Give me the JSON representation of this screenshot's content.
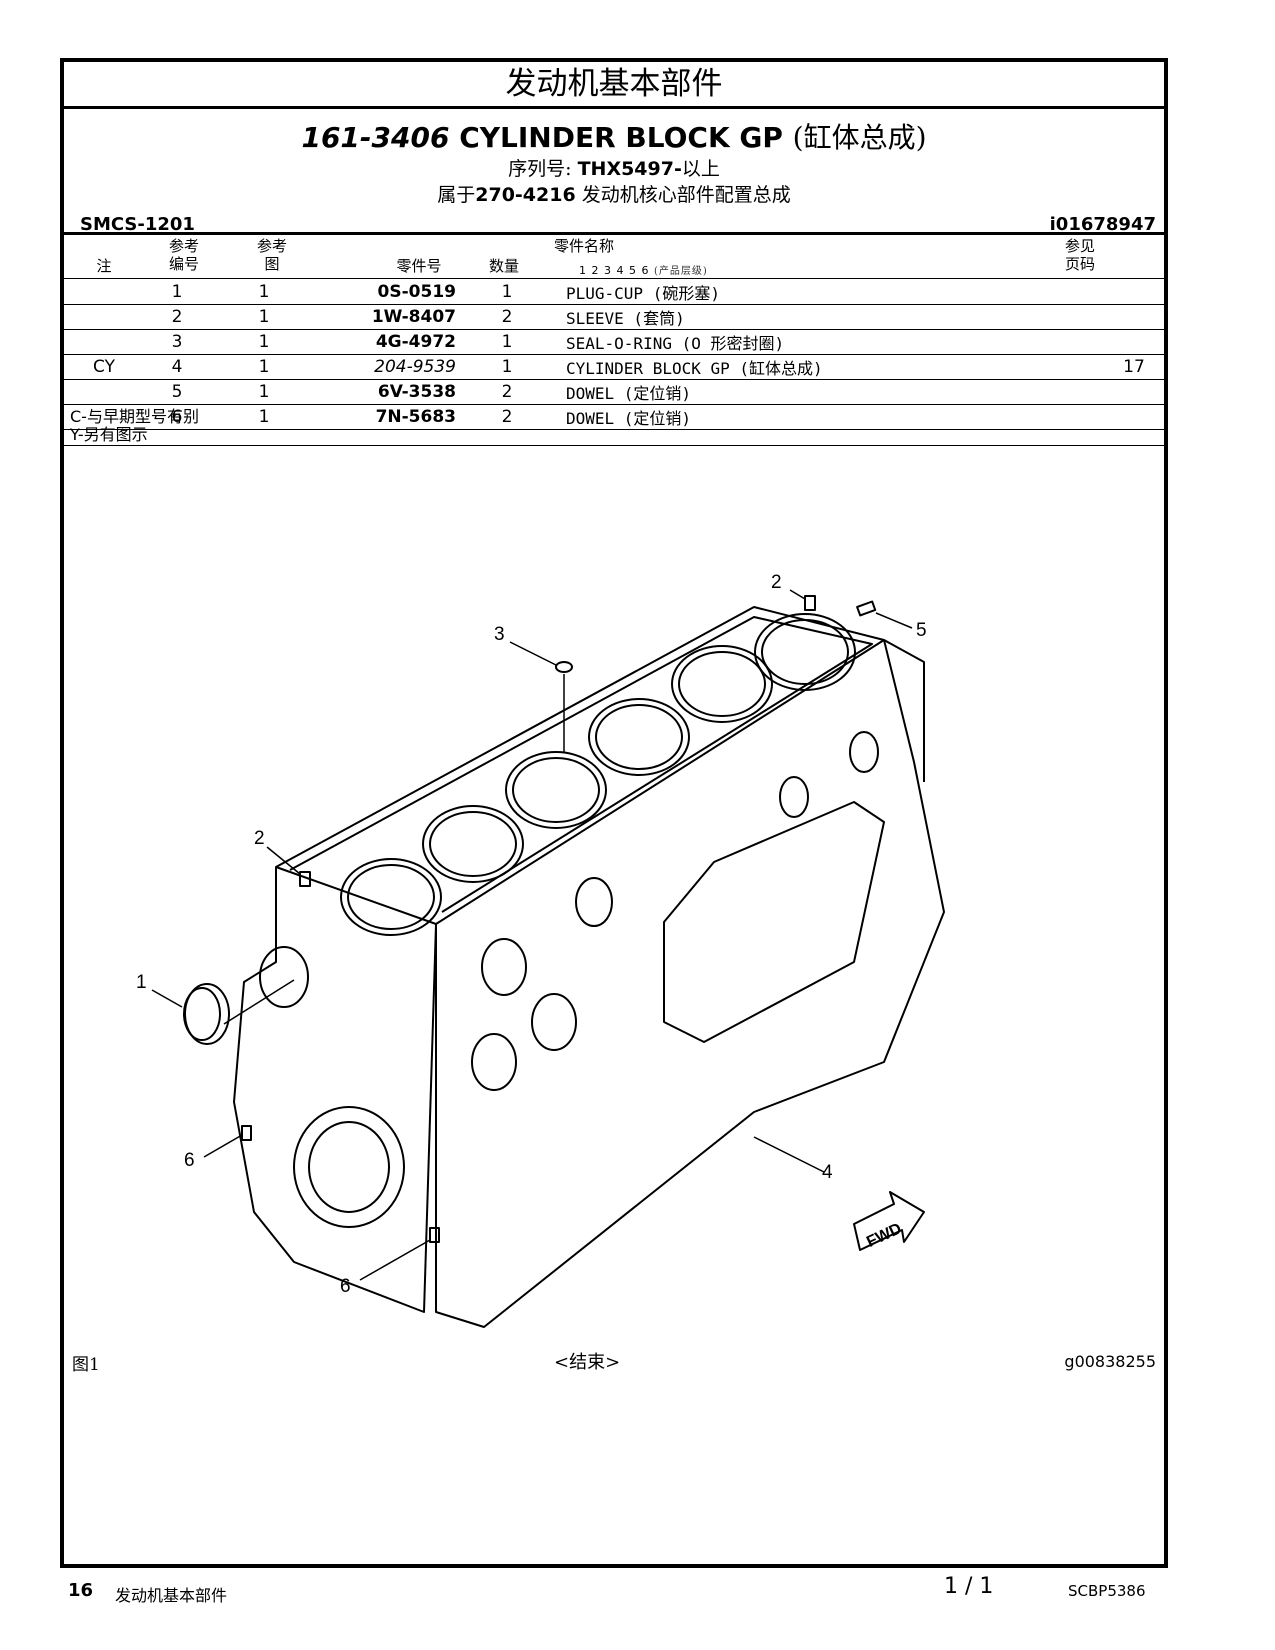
{
  "header": {
    "section_title": "发动机基本部件",
    "part_number": "161-3406",
    "part_name": "CYLINDER BLOCK GP",
    "part_name_cn": "(缸体总成)",
    "serial_label": "序列号:",
    "serial_value": "THX5497-",
    "serial_suffix": "以上",
    "belongs_label": "属于",
    "belongs_part": "270-4216",
    "belongs_name": "发动机核心部件配置总成",
    "smcs": "SMCS-1201",
    "illustration_id": "i01678947"
  },
  "table": {
    "headers": {
      "note": "注",
      "ref_a": "参考",
      "ref_b": "编号",
      "fig_a": "参考",
      "fig_b": "图",
      "part_no": "零件号",
      "qty": "数量",
      "name": "零件名称",
      "levels": "1 2 3 4 5 6",
      "levels_note": "(产品层级)",
      "page_a": "参见",
      "page_b": "页码"
    },
    "rows": [
      {
        "note": "",
        "ref": "1",
        "fig": "1",
        "part_no": "0S-0519",
        "qty": "1",
        "name": "PLUG-CUP (碗形塞)",
        "page": ""
      },
      {
        "note": "",
        "ref": "2",
        "fig": "1",
        "part_no": "1W-8407",
        "qty": "2",
        "name": "SLEEVE (套筒)",
        "page": ""
      },
      {
        "note": "",
        "ref": "3",
        "fig": "1",
        "part_no": "4G-4972",
        "qty": "1",
        "name": "SEAL-O-RING (O 形密封圈)",
        "page": ""
      },
      {
        "note": "CY",
        "ref": "4",
        "fig": "1",
        "part_no": "204-9539",
        "qty": "1",
        "name": "CYLINDER BLOCK GP (缸体总成)",
        "page": "17"
      },
      {
        "note": "",
        "ref": "5",
        "fig": "1",
        "part_no": "6V-3538",
        "qty": "2",
        "name": "DOWEL (定位销)",
        "page": ""
      },
      {
        "note": "",
        "ref": "6",
        "fig": "1",
        "part_no": "7N-5683",
        "qty": "2",
        "name": "DOWEL (定位销)",
        "page": ""
      }
    ]
  },
  "legend": {
    "c_code": "C-",
    "c_text": "与早期型号有别",
    "y_code": "Y-",
    "y_text": "另有图示"
  },
  "illustration": {
    "callouts": [
      "1",
      "2",
      "2",
      "3",
      "4",
      "5",
      "6",
      "6"
    ],
    "fwd_label": "FWD"
  },
  "figure": {
    "label": "图1",
    "end": "<结束>",
    "graphic_id": "g00838255"
  },
  "footer": {
    "page": "16",
    "title": "发动机基本部件",
    "count": "1 / 1",
    "doc": "SCBP5386"
  }
}
